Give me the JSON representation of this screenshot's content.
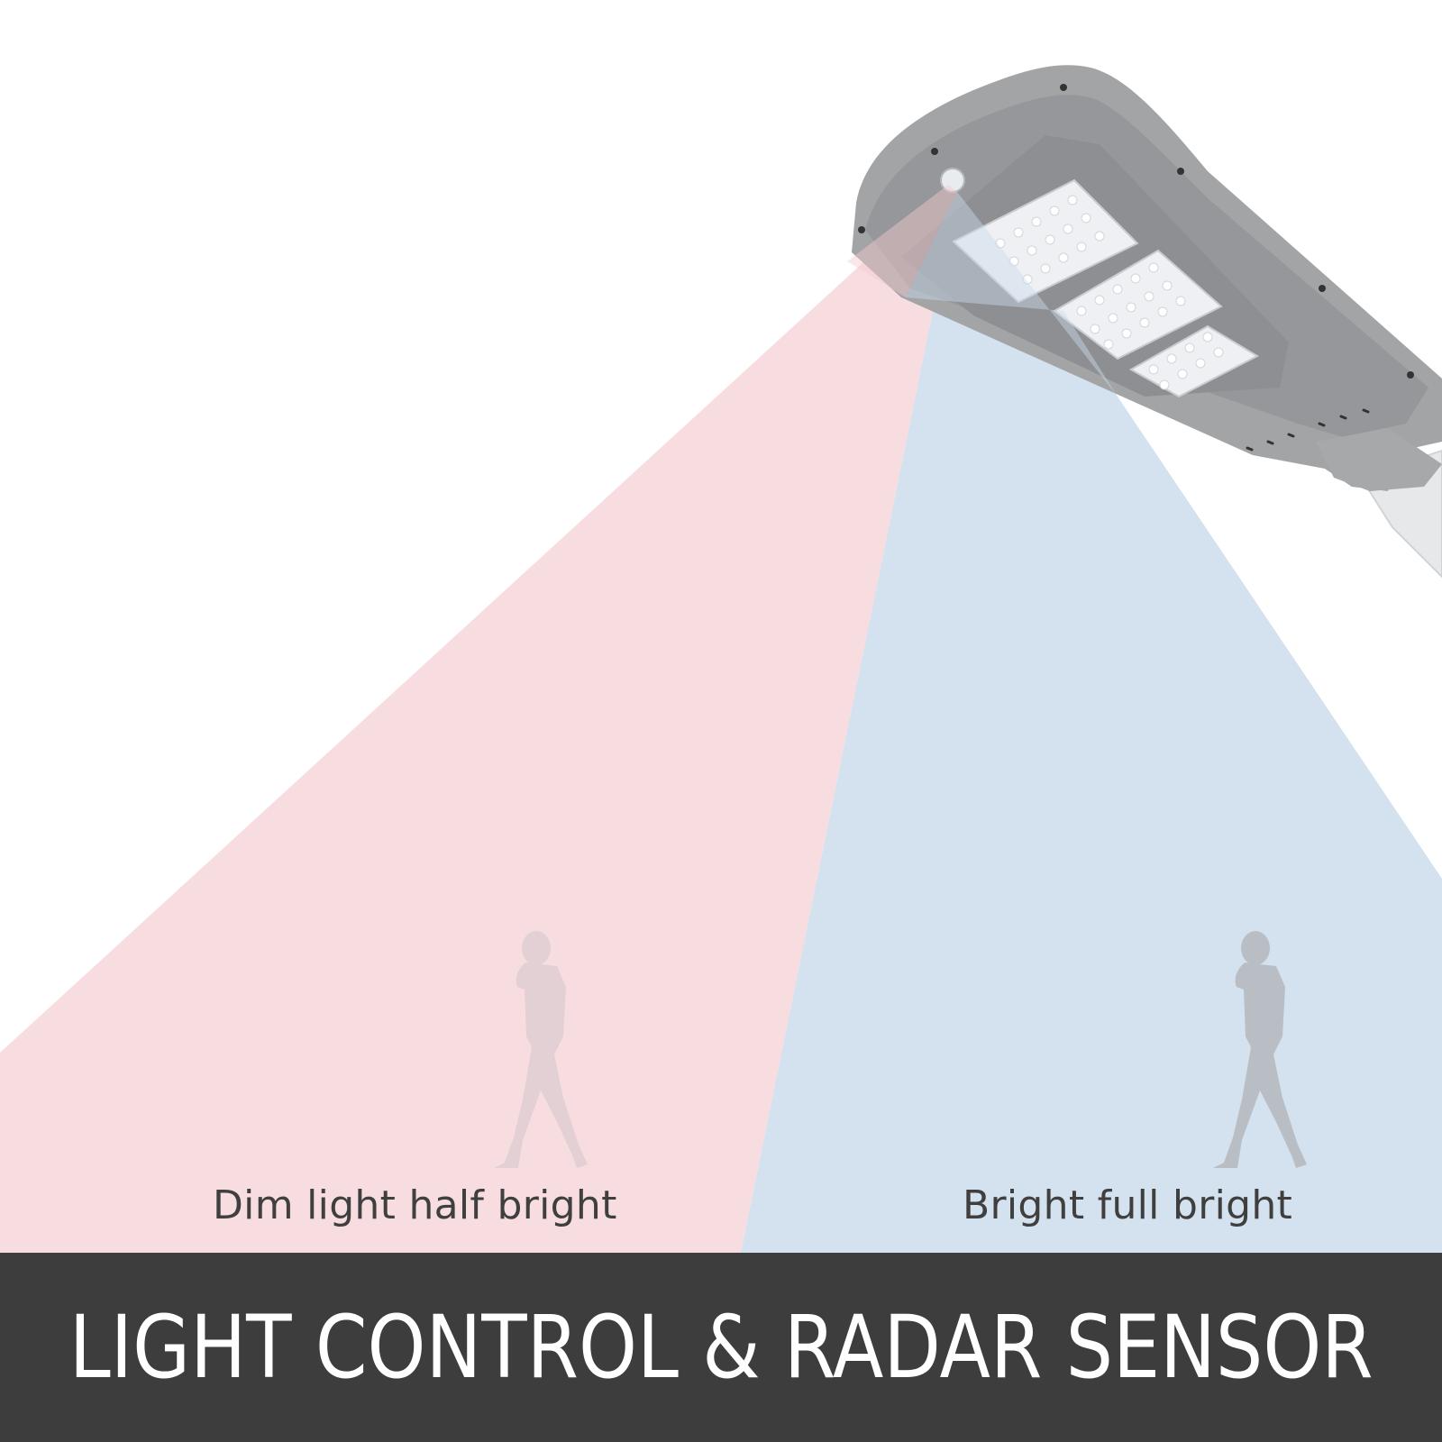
{
  "product": {
    "name": "solar-street-light",
    "led_modules": 3,
    "sensor": "radar-sensor"
  },
  "zones": [
    {
      "id": "dim",
      "label": "Dim light half bright",
      "color": "#f7dde0",
      "figure_color": "#e3d0d4"
    },
    {
      "id": "bright",
      "label": "Bright full bright",
      "color": "#d4e1ee",
      "figure_color": "#b9bec4"
    }
  ],
  "banner": {
    "title": "LIGHT CONTROL & RADAR SENSOR",
    "background": "#3d3d3d",
    "text_color": "#ffffff"
  },
  "colors": {
    "lamp_body": "#9a9a9c",
    "lamp_inner": "#8c8c8e",
    "led_panel": "#eef0f3",
    "pole": "#e4e6e8"
  }
}
